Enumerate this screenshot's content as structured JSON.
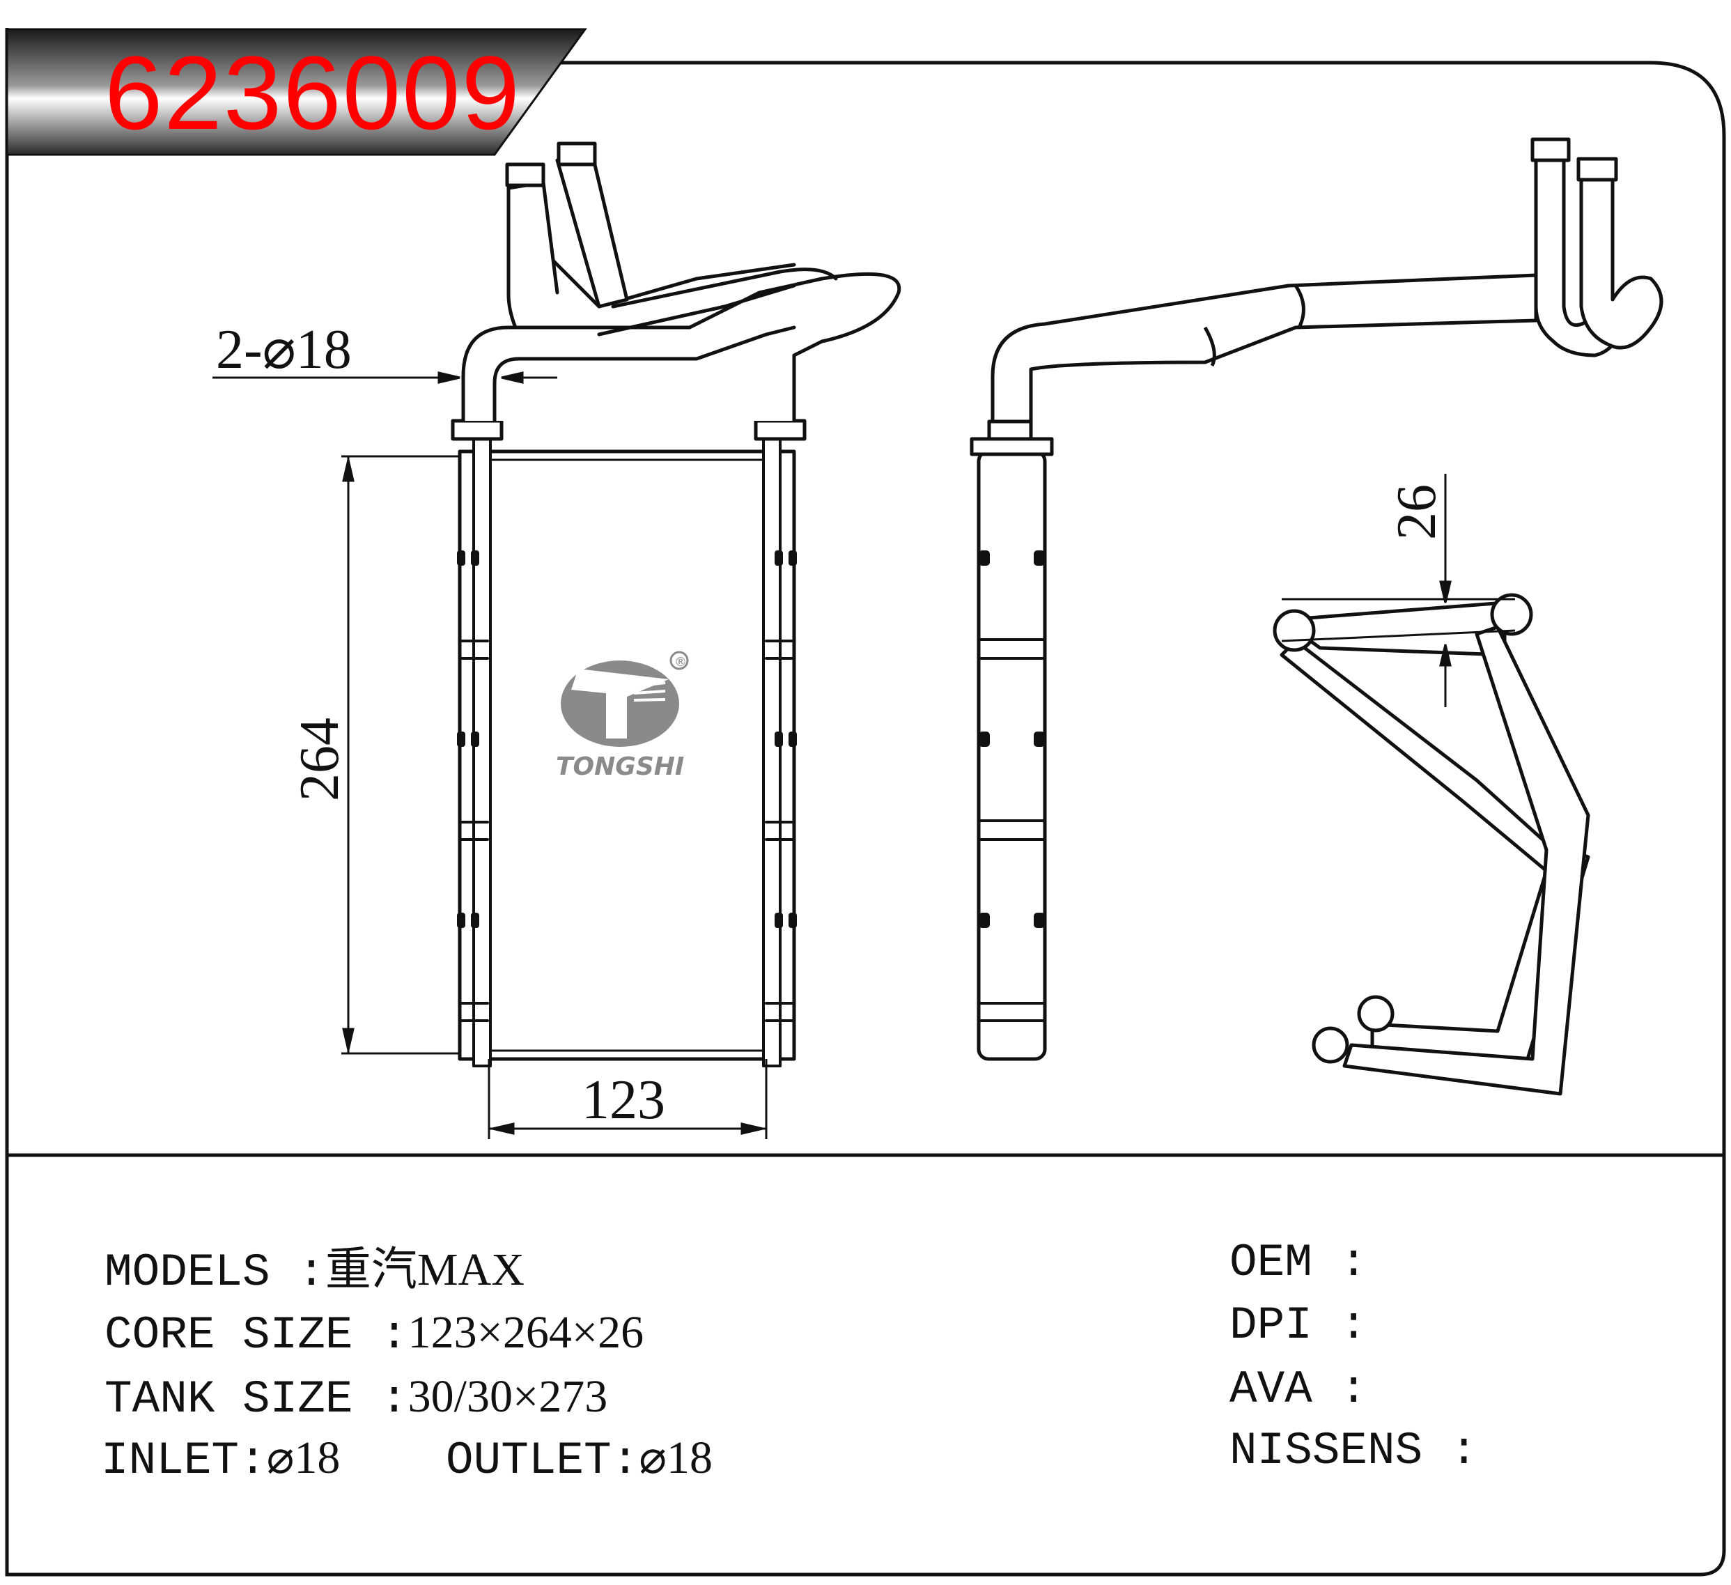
{
  "part_number": "6236009",
  "brand": {
    "logo_text": "TONGSHI",
    "registered_mark": "®"
  },
  "dimensions": {
    "inlet_outlet_callout": "2-⌀18",
    "height": "264",
    "width": "123",
    "depth": "26"
  },
  "specs": {
    "models_label": "MODELS :",
    "models_value": "重汽MAX",
    "core_label": "CORE SIZE :",
    "core_value": "123×264×26",
    "tank_label": "TANK SIZE :",
    "tank_value": "30/30×273",
    "inlet_label": "INLET:",
    "inlet_value": "⌀18",
    "outlet_label": "OUTLET:",
    "outlet_value": "⌀18"
  },
  "references": {
    "oem": "OEM :",
    "dpi": "DPI :",
    "ava": "AVA :",
    "nissens": "NISSENS :"
  },
  "colors": {
    "title_red": "#ff0000",
    "banner_dark": "#3a3a3a",
    "logo_gray": "#8a8a8a"
  }
}
